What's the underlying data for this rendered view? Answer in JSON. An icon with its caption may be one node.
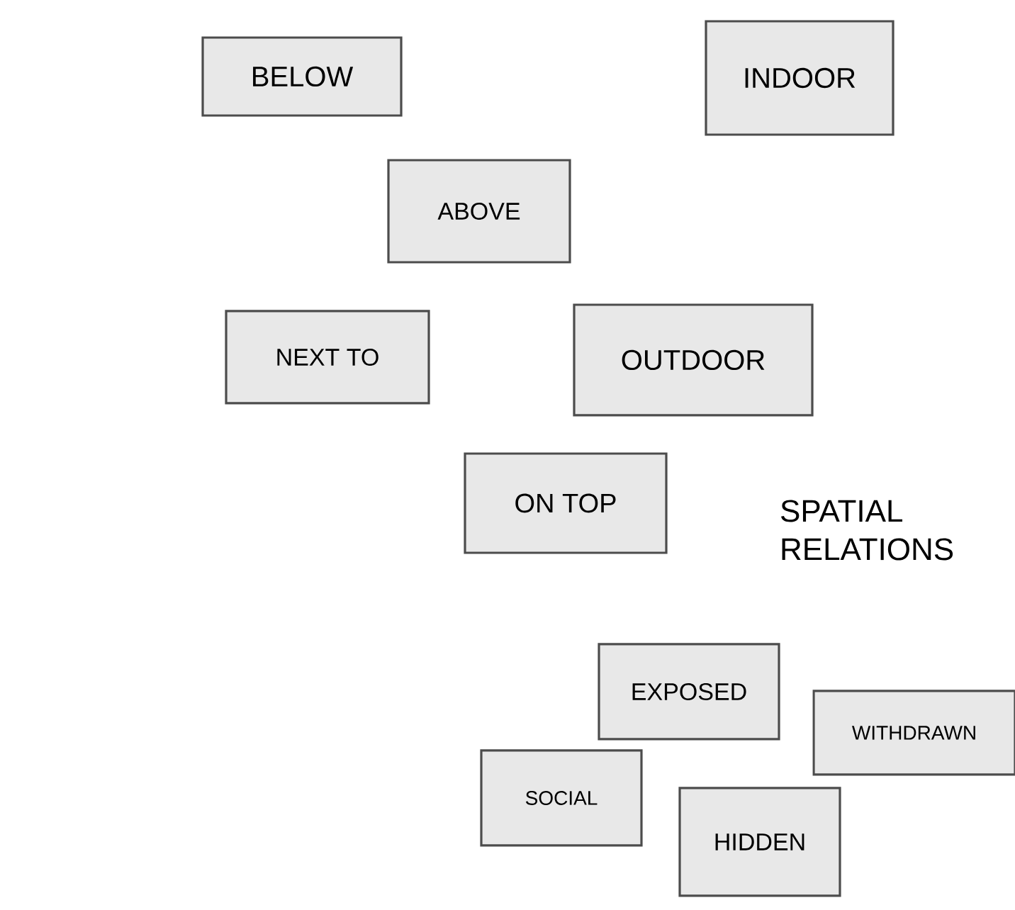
{
  "diagram": {
    "nodes": [
      {
        "text": [
          "BELOW"
        ]
      },
      {
        "text": [
          "INDOOR"
        ]
      },
      {
        "text": [
          "ABOVE"
        ]
      },
      {
        "text": [
          "NEXT TO"
        ]
      },
      {
        "text": [
          "OUTDOOR"
        ]
      },
      {
        "text": [
          "ON TOP"
        ]
      },
      {
        "text": [
          "EXPOSED"
        ]
      },
      {
        "text": [
          "WITHDRAWN"
        ]
      },
      {
        "text": [
          "SOCIAL"
        ]
      },
      {
        "text": [
          "HIDDEN"
        ]
      }
    ],
    "labels": [
      "SPATIAL RELATIONS"
    ]
  }
}
